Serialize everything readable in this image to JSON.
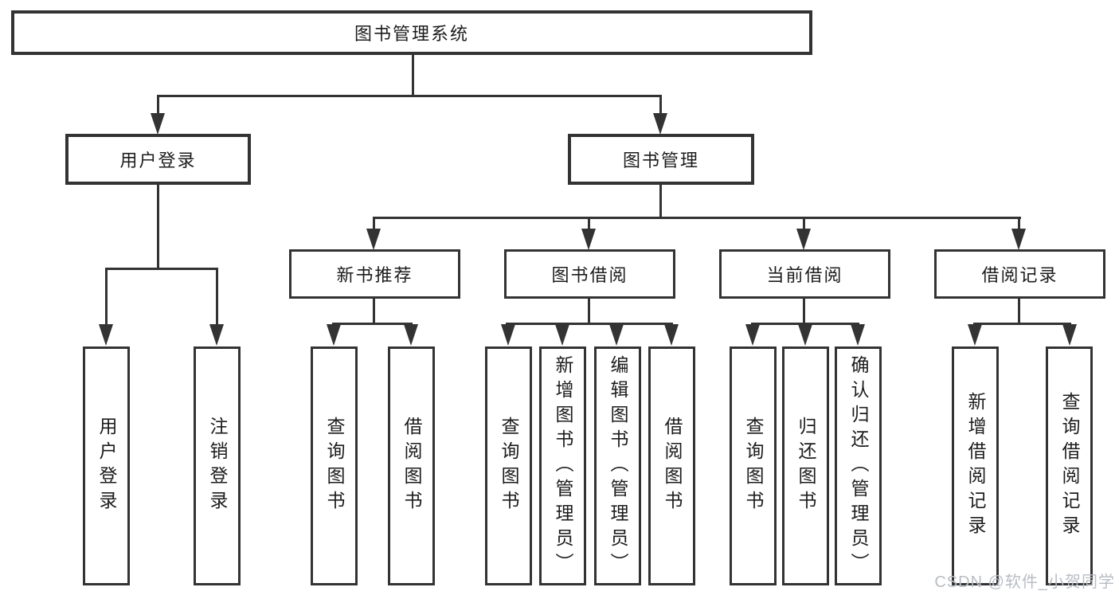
{
  "diagram": {
    "root": "图书管理系统",
    "level2": {
      "user_login": "用户登录",
      "book_management": "图书管理"
    },
    "level3": {
      "new_book_recommend": "新书推荐",
      "book_borrow": "图书借阅",
      "current_borrow": "当前借阅",
      "borrow_records": "借阅记录"
    },
    "leaves": {
      "login": "用户登录",
      "logout": "注销登录",
      "recommend_query": "查询图书",
      "recommend_borrow": "借阅图书",
      "borrow_query": "查询图书",
      "borrow_add": "新增图书（管理员）",
      "borrow_edit": "编辑图书（管理员）",
      "borrow_borrow": "借阅图书",
      "current_query": "查询图书",
      "current_return": "归还图书",
      "current_confirm": "确认归还（管理员）",
      "records_add": "新增借阅记录",
      "records_query": "查询借阅记录"
    }
  },
  "watermark": "CSDN @软件_小贺同学",
  "colors": {
    "line": "#333333",
    "text": "#1c1c1c",
    "watermark": "#b8bdc4",
    "background": "#ffffff"
  }
}
